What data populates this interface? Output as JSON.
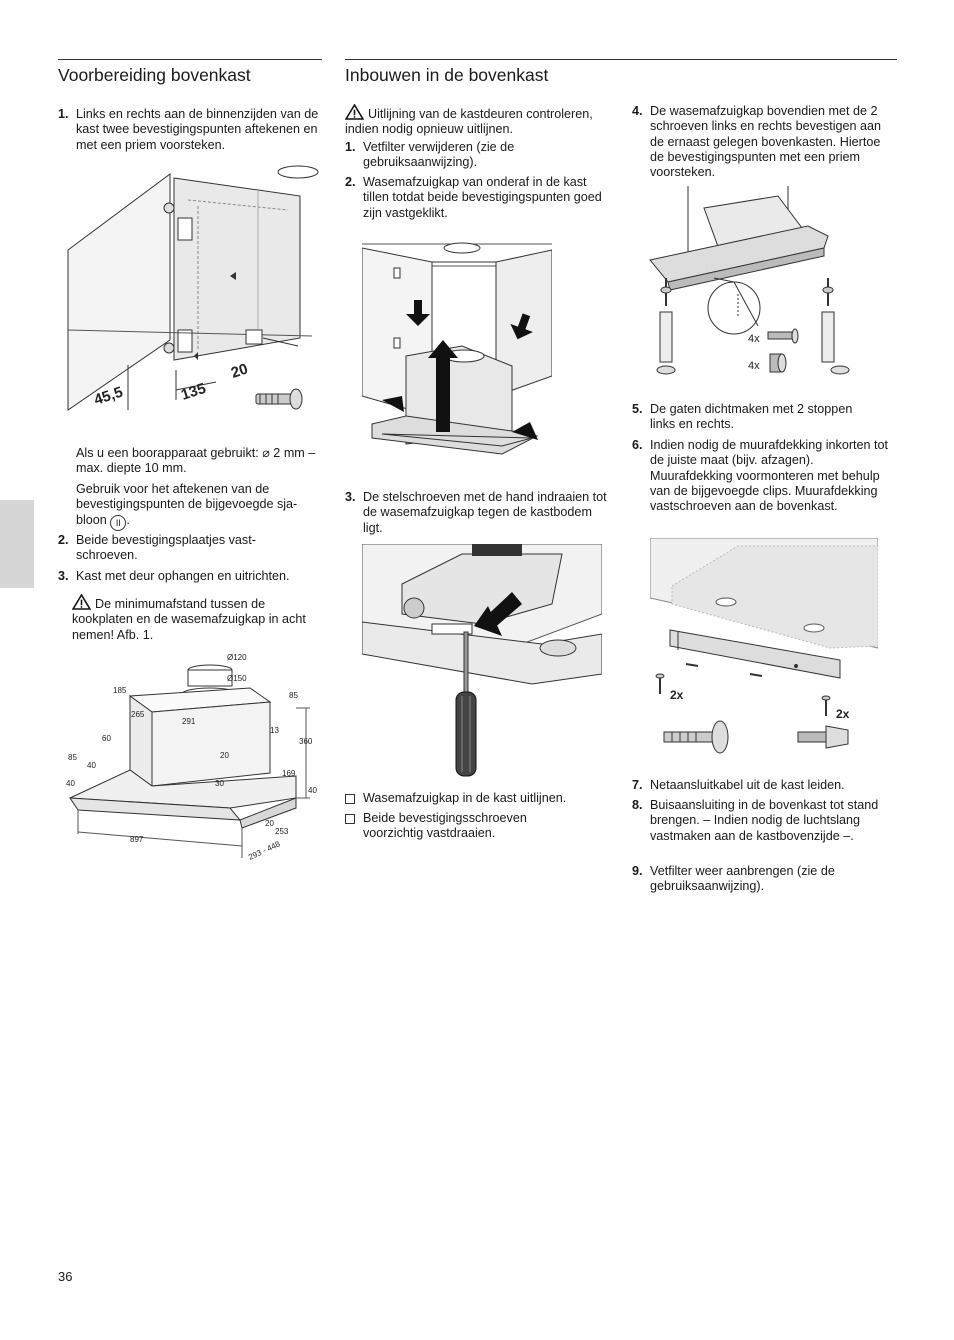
{
  "page_number": "36",
  "left": {
    "heading": "Voorbereiding bovenkast",
    "step1_num": "1.",
    "step1_text": "Links en rechts aan de binnenzijden van de kast twee bevestigingspunten aftekenen en met een priem voorsteken.",
    "fig1_labels": {
      "dim1": "45,5",
      "dim2": "135",
      "dim3": "20"
    },
    "drill_info": "Als u een boorapparaat gebruikt: ⌀ 2 mm – max. diepte 10 mm.",
    "template_info_a": "Gebruik voor het aftekenen van de bevestigingspunten de bijgevoegde sja-bloon",
    "template_symbol": "II",
    "template_info_end": ".",
    "step2_num": "2.",
    "step2_text": "Beide bevestigingsplaatjes vast-schroeven.",
    "step3_num": "3.",
    "step3_text": "Kast met deur ophangen en uitrichten.",
    "warning_text": "De minimumafstand tussen de kookplaten en de wasemafzuigkap in acht nemen! Afb. 1.",
    "fig2_labels": {
      "d120": "Ø120",
      "d150": "Ø150",
      "w185": "185",
      "w85a": "85",
      "w265": "265",
      "w291": "291",
      "h360": "360",
      "w60": "60",
      "w13": "13",
      "w85b": "85",
      "w40a": "40",
      "w20a": "20",
      "w30": "30",
      "w169": "169",
      "w40b": "40",
      "w40c": "40",
      "w20b": "20",
      "w253": "253",
      "w897": "897",
      "w293": "293 - 448"
    }
  },
  "middle": {
    "heading": "Inbouwen in de bovenkast",
    "warning_text": "Uitlijning van de kastdeuren controleren, indien nodig opnieuw uitlijnen.",
    "step1_num": "1.",
    "step1_text": "Vetfilter verwijderen (zie de gebruiksaanwijzing).",
    "step2_num": "2.",
    "step2_text": "Wasemafzuigkap van onderaf in de kast tillen totdat beide bevestigingspunten goed zijn vastgeklikt.",
    "step3_num": "3.",
    "step3_text": "De stelschroeven met de hand indraaien tot de wasemafzuigkap tegen de kastbodem ligt.",
    "check1": "Wasemafzuigkap in de kast uitlijnen.",
    "check2": "Beide bevestigingsschroeven voorzichtig vastdraaien."
  },
  "right": {
    "step4_num": "4.",
    "step4_text": "De wasemafzuigkap bovendien met de 2 schroeven links en rechts bevestigen aan de ernaast gelegen bovenkasten. Hiertoe de bevestigingspunten met een priem voorsteken.",
    "fig_qty_screws": "4x",
    "fig_qty_plugs": "4x",
    "step5_num": "5.",
    "step5_text": "De gaten dichtmaken met 2 stoppen links en rechts.",
    "step6_num": "6.",
    "step6_text": "Indien nodig de muurafdekking inkorten tot de juiste maat (bijv. afzagen). Muurafdekking voormonteren met behulp van de bijgevoegde clips. Muurafdekking vastschroeven aan de bovenkast.",
    "fig_qty_a": "2x",
    "fig_qty_b": "2x",
    "step7_num": "7.",
    "step7_text": "Netaansluitkabel uit de kast leiden.",
    "step8_num": "8.",
    "step8_text": "Buisaansluiting in de bovenkast tot stand brengen. – Indien nodig de luchtslang vastmaken aan de kastbovenzijde –.",
    "step9_num": "9.",
    "step9_text": "Vetfilter weer aanbrengen (zie de gebruiksaanwijzing)."
  }
}
